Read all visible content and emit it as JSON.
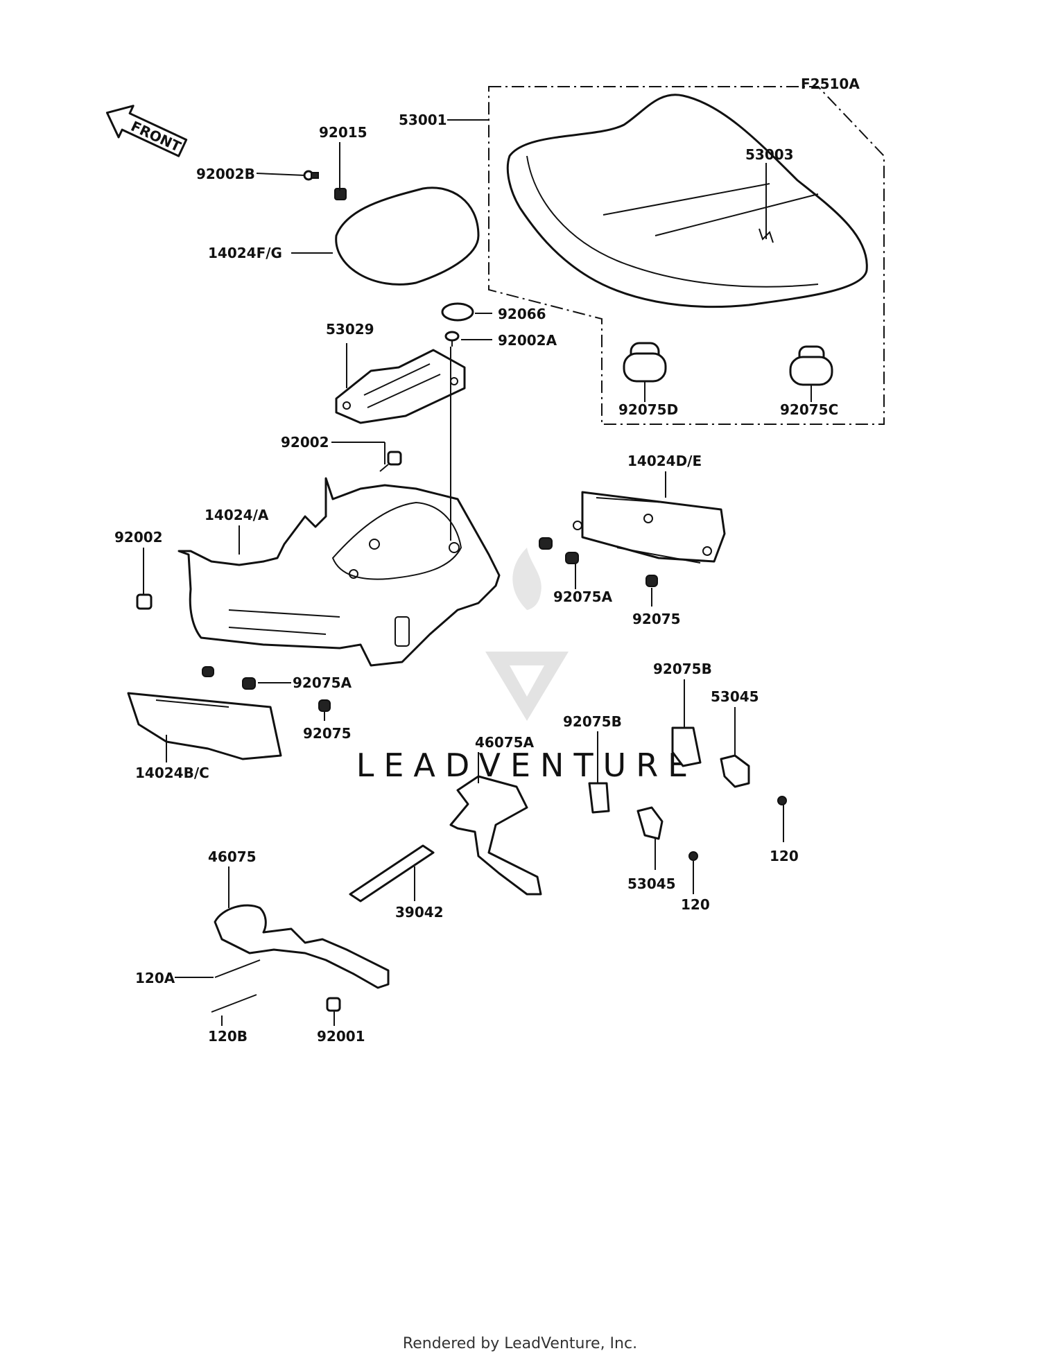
{
  "diagram": {
    "figure_code": "F2510A",
    "front_label": "FRONT",
    "watermark": "LEADVENTURE",
    "parts": {
      "p53001": "53001",
      "p53003": "53003",
      "p92015": "92015",
      "p92002B": "92002B",
      "p14024FG": "14024F/G",
      "p92066": "92066",
      "p53029": "53029",
      "p92002A": "92002A",
      "p92075D": "92075D",
      "p92075C": "92075C",
      "p92002_top": "92002",
      "p14024DE": "14024D/E",
      "p14024A": "14024/A",
      "p92002_left": "92002",
      "p92075A_right": "92075A",
      "p92075_right": "92075",
      "p92075A_left": "92075A",
      "p92075_left": "92075",
      "p14024BC": "14024B/C",
      "p92075B_top": "92075B",
      "p53045_top": "53045",
      "p46075A": "46075A",
      "p92075B_mid": "92075B",
      "p120_right": "120",
      "p46075": "46075",
      "p39042": "39042",
      "p53045_bottom": "53045",
      "p120_mid": "120",
      "p120A": "120A",
      "p120B": "120B",
      "p92001": "92001"
    }
  },
  "footer": {
    "text": "Rendered by LeadVenture, Inc."
  }
}
